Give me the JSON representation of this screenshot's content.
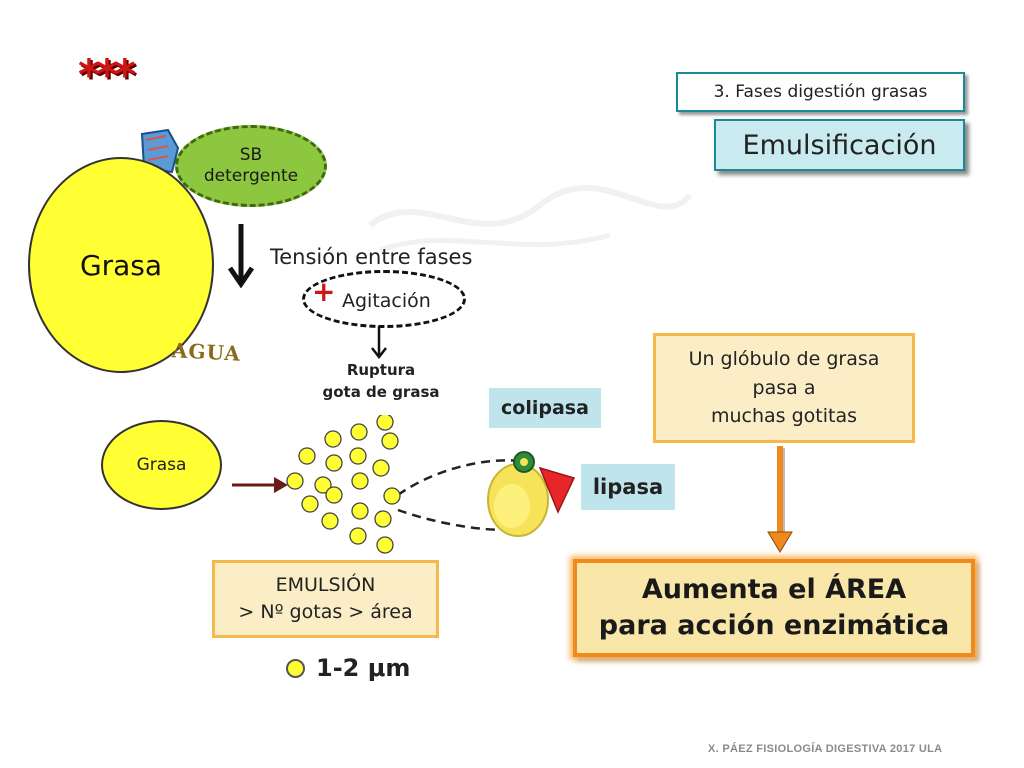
{
  "header": {
    "stars": "***",
    "phase_label": "3. Fases digestión grasas",
    "title": "Emulsificación"
  },
  "left": {
    "sb_line1": "SB",
    "sb_line2": "detergente",
    "grasa_big": "Grasa",
    "agua": "AGUA",
    "grasa_small": "Grasa"
  },
  "process": {
    "tension": "Tensión entre fases",
    "agitacion_plus": "+",
    "agitacion": "Agitación",
    "ruptura_line1": "Ruptura",
    "ruptura_line2": "gota de grasa"
  },
  "enzymes": {
    "colipasa": "colipasa",
    "lipasa": "lipasa"
  },
  "info": {
    "globulo_line1": "Un glóbulo de grasa",
    "globulo_line2": "pasa a",
    "globulo_line3": "muchas gotitas",
    "aumenta_line1": "Aumenta el ÁREA",
    "aumenta_line2": "para acción enzimática",
    "emulsion_line1": "EMULSIÓN",
    "emulsion_line2": "> Nº gotas > área",
    "size": "1-2 μm"
  },
  "footer": "X. PÁEZ   FISIOLOGÍA DIGESTIVA 2017  ULA",
  "colors": {
    "fat_yellow": "#ffff33",
    "detergent_green": "#8dc63f",
    "teal_border": "#1a8a99",
    "teal_fill": "#c9ebef",
    "orange_border": "#f08a1c",
    "cream": "#fbeec7",
    "red_stars": "#d11414"
  }
}
